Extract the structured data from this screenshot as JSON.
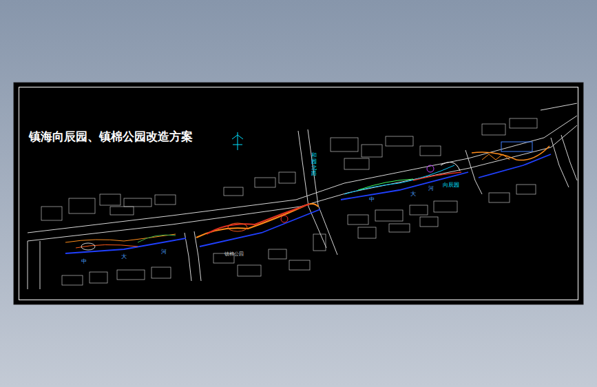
{
  "diagram": {
    "title": "镇海向辰园、镇棉公园改造方案",
    "labels": [
      "中",
      "大",
      "河",
      "镇棉公园",
      "和园北路",
      "中",
      "大",
      "河",
      "向辰园"
    ]
  }
}
